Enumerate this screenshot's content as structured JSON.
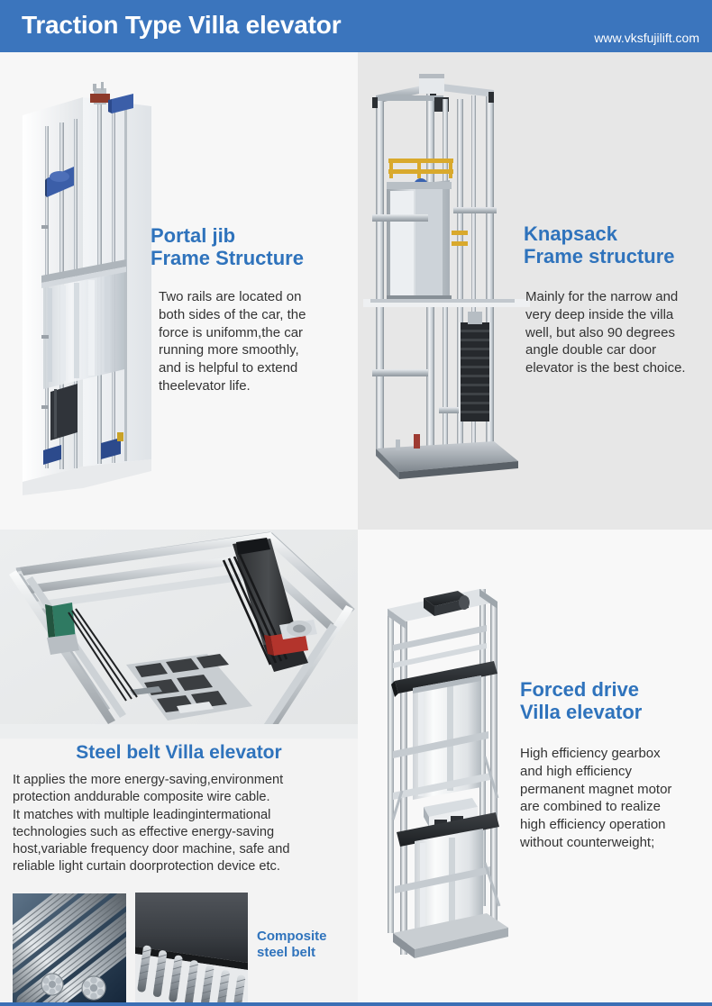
{
  "header": {
    "title": "Traction Type Villa elevator",
    "url": "www.vksfujilift.com",
    "bg_color": "#3b75bd"
  },
  "theme": {
    "accent_blue": "#2f73bc",
    "header_blue": "#3b75bd",
    "body_text": "#333333",
    "panel_light": "#f7f7f7",
    "panel_gray": "#e7e7e7"
  },
  "panels": [
    {
      "id": "portal-jib",
      "heading": "Portal jib\nFrame Structure",
      "body": "Two rails are located on\nboth sides of the car, the\nforce is unifomm,the car\nrunning more smoothly,\nand is helpful to extend\ntheelevator life.",
      "image_name": "portal-jib-frame-elevator-photo"
    },
    {
      "id": "knapsack",
      "heading": "Knapsack\nFrame structure",
      "body": "Mainly for the narrow and\nvery deep inside the villa\nwell, but also 90 degrees\nangle double car door\nelevator is the best choice.",
      "image_name": "knapsack-frame-elevator-photo"
    },
    {
      "id": "steel-belt",
      "heading": "Steel belt Villa elevator",
      "body": "It applies the more energy-saving,environment\nprotection anddurable composite wire cable.\nIt matches with multiple leadingintermational\ntechnologies such as effective energy-saving\nhost,variable frequency door machine, safe and\nreliable light curtain doorprotection device etc.",
      "caption": "Composite\nsteel belt",
      "image_name": "steel-belt-drive-machine-photo",
      "thumbnails": [
        {
          "name": "steel-wire-rope-thumbnail"
        },
        {
          "name": "composite-steel-belt-thumbnail"
        }
      ]
    },
    {
      "id": "forced-drive",
      "heading": "Forced drive\nVilla elevator",
      "body": "High efficiency gearbox\nand high efficiency\npermanent magnet motor\nare combined to realize\nhigh efficiency operation\nwithout counterweight;",
      "image_name": "forced-drive-elevator-photo"
    }
  ]
}
